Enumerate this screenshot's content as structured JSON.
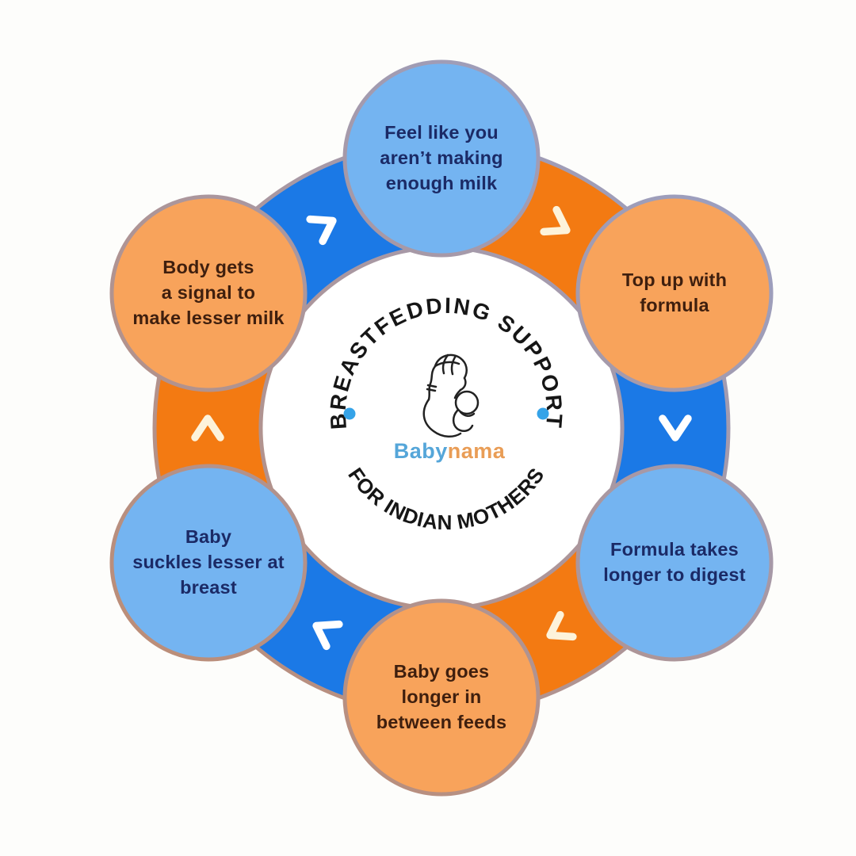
{
  "center": {
    "arc_top": "BREASTFEDDING SUPPORT",
    "arc_bottom": "FOR INDIAN MOTHERS",
    "brand_part1": "Baby",
    "brand_part2": "nama",
    "logo_icon": "mother-breastfeeding-baby-icon"
  },
  "cycle": {
    "direction": "clockwise",
    "steps": [
      {
        "position": "top",
        "color": "light-blue",
        "label": "Feel like you\naren’t making\nenough milk"
      },
      {
        "position": "top-right",
        "color": "light-orange",
        "label": "Top up with\nformula"
      },
      {
        "position": "bottom-right",
        "color": "light-blue",
        "label": "Formula takes\nlonger to digest"
      },
      {
        "position": "bottom",
        "color": "light-orange",
        "label": "Baby goes\nlonger in\nbetween feeds"
      },
      {
        "position": "bottom-left",
        "color": "light-blue",
        "label": "Baby\nsuckles lesser at\nbreast"
      },
      {
        "position": "top-left",
        "color": "light-orange",
        "label": "Body gets\na signal to\nmake lesser milk"
      }
    ],
    "connector_icons": [
      "chevron-up-right-icon",
      "chevron-down-right-icon",
      "chevron-down-icon",
      "chevron-down-left-icon",
      "chevron-up-left-icon",
      "chevron-up-icon"
    ]
  },
  "colors": {
    "ring_blue": "#1b79e6",
    "ring_orange": "#f37a12",
    "circle_light_blue": "#74b4f1",
    "circle_light_orange": "#f8a35b",
    "text_navy": "#1b2a66",
    "text_brown": "#3f1f0e",
    "brand_blue": "#55a6d9",
    "brand_orange": "#e99d56",
    "dot_blue": "#35a3e8",
    "rim_warm": "#c18a6b",
    "rim_cool": "#96a2cc",
    "background": "#fdfdfb"
  }
}
